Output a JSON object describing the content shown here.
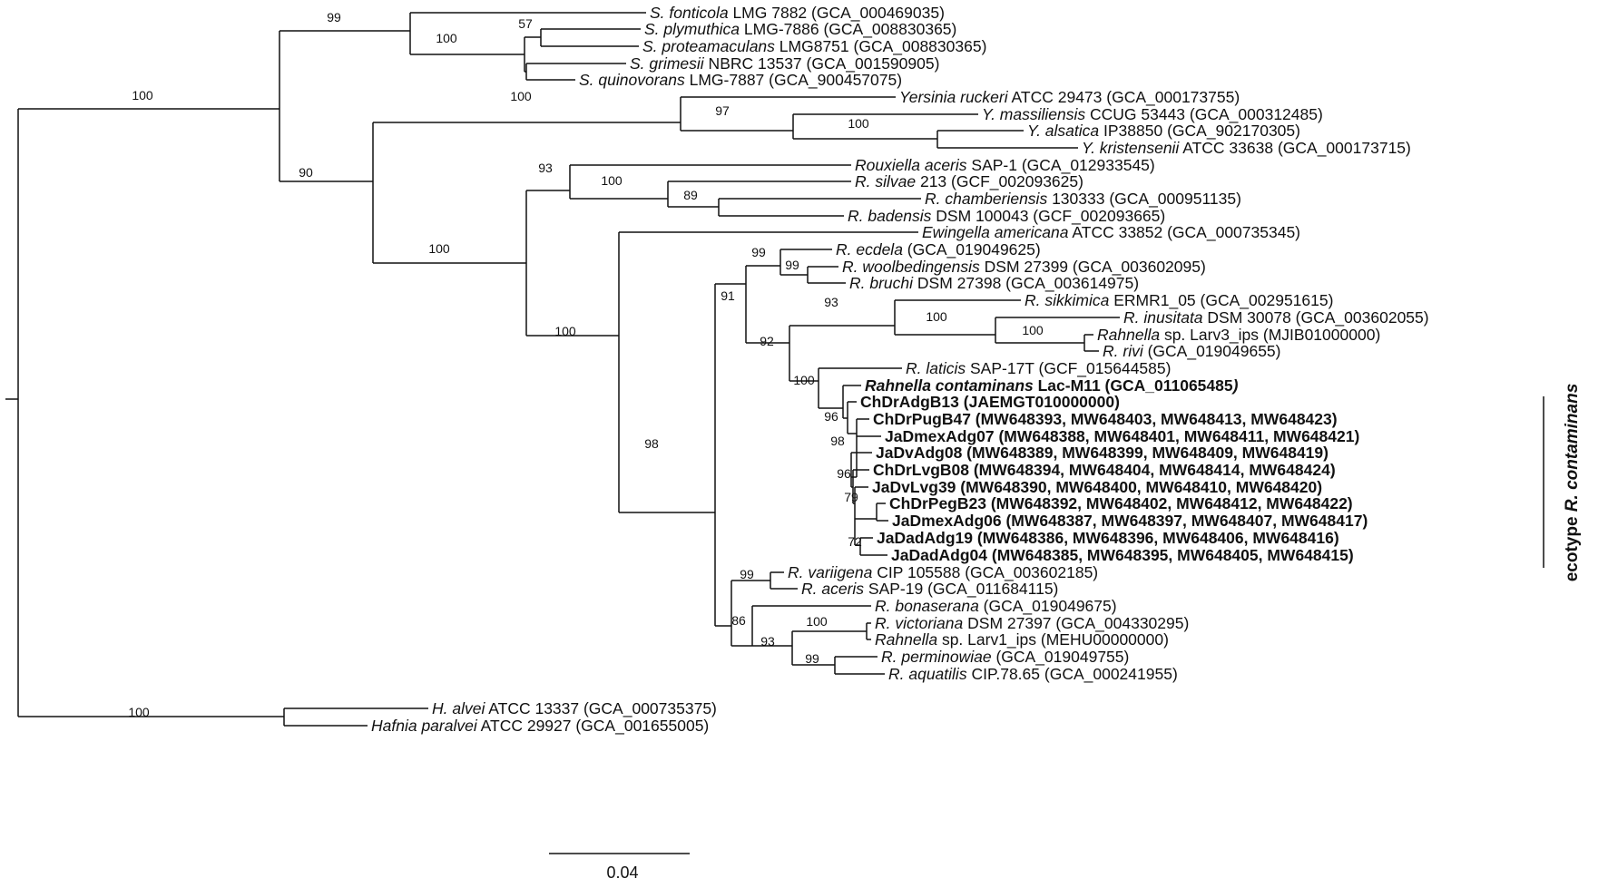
{
  "figure": {
    "scale_bar_label": "0.04",
    "bracket_label_parts": [
      {
        "t": "ecotype ",
        "i": false
      },
      {
        "t": "R. contaminans",
        "i": true
      }
    ]
  },
  "leaves": [
    {
      "id": "s_fonticola",
      "parts": [
        {
          "t": "S. fonticola",
          "i": true
        },
        {
          "t": " LMG 7882 (GCA_000469035)"
        }
      ]
    },
    {
      "id": "s_plymuthica",
      "parts": [
        {
          "t": "S. plymuthica",
          "i": true
        },
        {
          "t": " LMG-7886  (GCA_008830365)"
        }
      ]
    },
    {
      "id": "s_proteamaculans",
      "parts": [
        {
          "t": "S. proteamaculans",
          "i": true
        },
        {
          "t": " LMG8751 (GCA_008830365)"
        }
      ]
    },
    {
      "id": "s_grimesii",
      "parts": [
        {
          "t": "S. grimesii",
          "i": true
        },
        {
          "t": " NBRC 13537 (GCA_001590905)"
        }
      ]
    },
    {
      "id": "s_quinovorans",
      "parts": [
        {
          "t": "S. quinovorans",
          "i": true
        },
        {
          "t": " LMG-7887 (GCA_900457075)"
        }
      ]
    },
    {
      "id": "y_ruckeri",
      "parts": [
        {
          "t": "Yersinia ruckeri",
          "i": true
        },
        {
          "t": " ATCC 29473 (GCA_000173755)"
        }
      ]
    },
    {
      "id": "y_massiliensis",
      "parts": [
        {
          "t": "Y. massiliensis",
          "i": true
        },
        {
          "t": " CCUG 53443 (GCA_000312485)"
        }
      ]
    },
    {
      "id": "y_alsatica",
      "parts": [
        {
          "t": "Y. alsatica",
          "i": true
        },
        {
          "t": " IP38850 (GCA_902170305)"
        }
      ]
    },
    {
      "id": "y_kristensenii",
      "parts": [
        {
          "t": "Y. kristensenii",
          "i": true
        },
        {
          "t": " ATCC 33638 (GCA_000173715)"
        }
      ]
    },
    {
      "id": "rouxiella",
      "parts": [
        {
          "t": "Rouxiella aceris",
          "i": true
        },
        {
          "t": " SAP-1 (GCA_012933545)"
        }
      ]
    },
    {
      "id": "r_silvae",
      "parts": [
        {
          "t": "R. silvae",
          "i": true
        },
        {
          "t": " 213 (GCF_002093625)"
        }
      ]
    },
    {
      "id": "r_chamberiensis",
      "parts": [
        {
          "t": "R. chamberiensis",
          "i": true
        },
        {
          "t": " 130333 (GCA_000951135)"
        }
      ]
    },
    {
      "id": "r_badensis",
      "parts": [
        {
          "t": "R. badensis",
          "i": true
        },
        {
          "t": " DSM 100043 (GCF_002093665)"
        }
      ]
    },
    {
      "id": "ewingella",
      "parts": [
        {
          "t": "Ewingella americana",
          "i": true
        },
        {
          "t": " ATCC 33852 (GCA_000735345)"
        }
      ]
    },
    {
      "id": "r_ecdela",
      "parts": [
        {
          "t": "R. ecdela",
          "i": true
        },
        {
          "t": " (GCA_019049625)"
        }
      ]
    },
    {
      "id": "r_woolbedingensis",
      "parts": [
        {
          "t": "R. woolbedingensis",
          "i": true
        },
        {
          "t": " DSM 27399 (GCA_003602095)"
        }
      ]
    },
    {
      "id": "r_bruchi",
      "parts": [
        {
          "t": "R. bruchi",
          "i": true
        },
        {
          "t": " DSM 27398 (GCA_003614975)"
        }
      ]
    },
    {
      "id": "r_sikkimica",
      "parts": [
        {
          "t": "R. sikkimica",
          "i": true
        },
        {
          "t": " ERMR1_05 (GCA_002951615)"
        }
      ]
    },
    {
      "id": "r_inusitata",
      "parts": [
        {
          "t": "R. inusitata",
          "i": true
        },
        {
          "t": " DSM 30078 (GCA_003602055)"
        }
      ]
    },
    {
      "id": "rahnella_larv3",
      "parts": [
        {
          "t": "Rahnella",
          "i": true
        },
        {
          "t": " sp. Larv3_ips (MJIB01000000)"
        }
      ]
    },
    {
      "id": "r_rivi",
      "parts": [
        {
          "t": "R. rivi",
          "i": true
        },
        {
          "t": " (GCA_019049655)"
        }
      ]
    },
    {
      "id": "r_laticis",
      "parts": [
        {
          "t": "R. laticis",
          "i": true
        },
        {
          "t": " SAP-17T (GCF_015644585)"
        }
      ]
    },
    {
      "id": "r_contaminans",
      "parts": [
        {
          "t": "Rahnella contaminans",
          "i": true,
          "b": true
        },
        {
          "t": " Lac-M11 (GCA_011065485",
          "b": true
        },
        {
          "t": ")",
          "b": true,
          "i": true
        }
      ]
    },
    {
      "id": "chdradgb13",
      "parts": [
        {
          "t": "ChDrAdgB13 (JAEMGT010000000)",
          "b": true
        }
      ]
    },
    {
      "id": "chdrpugb47",
      "parts": [
        {
          "t": "ChDrPugB47 (MW648393, MW648403, MW648413, MW648423)",
          "b": true
        }
      ]
    },
    {
      "id": "jadmexadg07",
      "parts": [
        {
          "t": "JaDmexAdg07 (MW648388, MW648401, MW648411, MW648421)",
          "b": true
        }
      ]
    },
    {
      "id": "jadvadg08",
      "parts": [
        {
          "t": "JaDvAdg08 (MW648389, MW648399, MW648409, MW648419)",
          "b": true
        }
      ]
    },
    {
      "id": "chdrlvgb08",
      "parts": [
        {
          "t": "ChDrLvgB08 (MW648394, MW648404, MW648414, MW648424)",
          "b": true
        }
      ]
    },
    {
      "id": "jadvlvg39",
      "parts": [
        {
          "t": "JaDvLvg39 (MW648390, MW648400, MW648410, MW648420)",
          "b": true
        }
      ]
    },
    {
      "id": "chdrpegb23",
      "parts": [
        {
          "t": "ChDrPegB23 (MW648392, MW648402, MW648412, MW648422)",
          "b": true
        }
      ]
    },
    {
      "id": "jadmexadg06",
      "parts": [
        {
          "t": "JaDmexAdg06 (MW648387, MW648397, MW648407, MW648417)",
          "b": true
        }
      ]
    },
    {
      "id": "jadadadg19",
      "parts": [
        {
          "t": "JaDadAdg19 (MW648386, MW648396, MW648406, MW648416)",
          "b": true
        }
      ]
    },
    {
      "id": "jadadadg04",
      "parts": [
        {
          "t": "JaDadAdg04 (MW648385, MW648395, MW648405, MW648415)",
          "b": true
        }
      ]
    },
    {
      "id": "r_variigena",
      "parts": [
        {
          "t": "R. variigena",
          "i": true
        },
        {
          "t": " CIP 105588 (GCA_003602185)"
        }
      ]
    },
    {
      "id": "r_aceris",
      "parts": [
        {
          "t": "R. aceris",
          "i": true
        },
        {
          "t": " SAP-19 (GCA_011684115)"
        }
      ]
    },
    {
      "id": "r_bonaserana",
      "parts": [
        {
          "t": "R. bonaserana",
          "i": true
        },
        {
          "t": " (GCA_019049675)"
        }
      ]
    },
    {
      "id": "r_victoriana",
      "parts": [
        {
          "t": "R. victoriana",
          "i": true
        },
        {
          "t": " DSM 27397 (GCA_004330295)"
        }
      ]
    },
    {
      "id": "rahnella_larv1",
      "parts": [
        {
          "t": "Rahnella",
          "i": true
        },
        {
          "t": " sp. Larv1_ips (MEHU00000000)"
        }
      ]
    },
    {
      "id": "r_perminowiae",
      "parts": [
        {
          "t": "R. perminowiae",
          "i": true
        },
        {
          "t": " (GCA_019049755)"
        }
      ]
    },
    {
      "id": "r_aquatilis",
      "parts": [
        {
          "t": "R. aquatilis",
          "i": true
        },
        {
          "t": " CIP.78.65 (GCA_000241955)"
        }
      ]
    },
    {
      "id": "h_alvei",
      "parts": [
        {
          "t": "H. alvei",
          "i": true
        },
        {
          "t": " ATCC 13337 (GCA_000735375)"
        }
      ]
    },
    {
      "id": "h_paralvei",
      "parts": [
        {
          "t": "Hafnia paralvei",
          "i": true
        },
        {
          "t": " ATCC 29927 (GCA_001655005)"
        }
      ]
    }
  ],
  "bootstrap": [
    {
      "id": "bs_root_serratia_group",
      "v": "100"
    },
    {
      "id": "bs_serratia",
      "v": "99"
    },
    {
      "id": "bs_serratia_inner",
      "v": "100"
    },
    {
      "id": "bs_plymuthica",
      "v": "57"
    },
    {
      "id": "bs_yersinia_rahnella",
      "v": "90"
    },
    {
      "id": "bs_yersinia",
      "v": "100"
    },
    {
      "id": "bs_yersinia_inner",
      "v": "97"
    },
    {
      "id": "bs_yersinia_alsatica",
      "v": "100"
    },
    {
      "id": "bs_rahnella_group",
      "v": "100"
    },
    {
      "id": "bs_rouxiella",
      "v": "93"
    },
    {
      "id": "bs_silvae",
      "v": "100"
    },
    {
      "id": "bs_chamberiensis",
      "v": "89"
    },
    {
      "id": "bs_ewingella",
      "v": "100"
    },
    {
      "id": "bs_rahnella",
      "v": "98"
    },
    {
      "id": "bs_rahnella_a",
      "v": "91"
    },
    {
      "id": "bs_ecdela",
      "v": "99"
    },
    {
      "id": "bs_woolbedingensis",
      "v": "99"
    },
    {
      "id": "bs_sikkimica_laticis",
      "v": "92"
    },
    {
      "id": "bs_sikkimica",
      "v": "93"
    },
    {
      "id": "bs_inusitata",
      "v": "100"
    },
    {
      "id": "bs_larv3",
      "v": "100"
    },
    {
      "id": "bs_laticis",
      "v": "100"
    },
    {
      "id": "bs_ecotype",
      "v": "96"
    },
    {
      "id": "bs_ecotype_b",
      "v": "98"
    },
    {
      "id": "bs_ecotype_c",
      "v": "96"
    },
    {
      "id": "bs_ecotype_d",
      "v": "79"
    },
    {
      "id": "bs_ecotype_e",
      "v": "72"
    },
    {
      "id": "bs_variigena",
      "v": "99"
    },
    {
      "id": "bs_bonaserana",
      "v": "86"
    },
    {
      "id": "bs_victoriana_group",
      "v": "93"
    },
    {
      "id": "bs_victoriana",
      "v": "100"
    },
    {
      "id": "bs_perminowiae",
      "v": "99"
    },
    {
      "id": "bs_hafnia",
      "v": "100"
    }
  ]
}
